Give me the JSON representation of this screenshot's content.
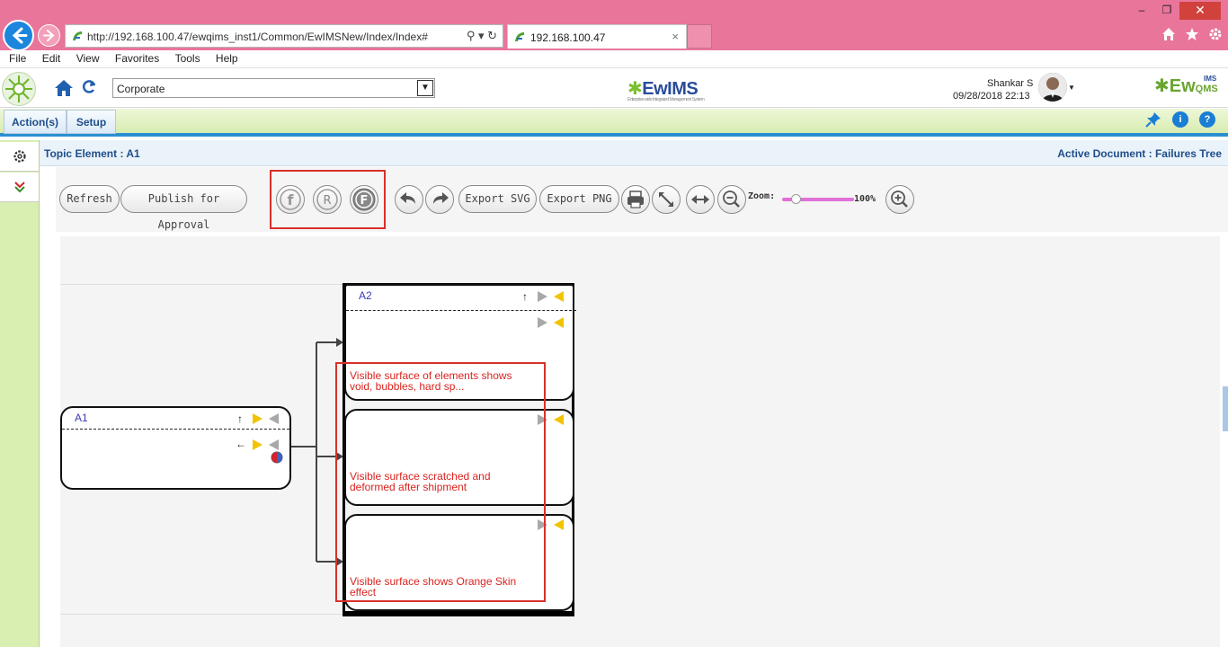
{
  "browser": {
    "url": "http://192.168.100.47/ewqims_inst1/Common/EwIMSNew/Index/Index#",
    "tab_title": "192.168.100.47",
    "tab_close": "×",
    "addr_tools": "⚲ ▾ ↻"
  },
  "menu": [
    "File",
    "Edit",
    "View",
    "Favorites",
    "Tools",
    "Help"
  ],
  "header": {
    "org_select_value": "Corporate",
    "brand_center": "EwIMS",
    "brand_center_tagline": "Enterprise-wide Integrated Management System",
    "user_name": "Shankar S",
    "user_datetime": "09/28/2018 22:13",
    "brand_right": "Ew",
    "brand_right_sup": "IMS",
    "brand_right_sub": "QMS"
  },
  "action_bar": {
    "tabs": [
      "Action(s)",
      "Setup"
    ],
    "icon_info": "i",
    "icon_help": "?"
  },
  "topic": {
    "left": "Topic Element : A1",
    "right": "Active Document : Failures Tree"
  },
  "toolbar": {
    "refresh": "Refresh",
    "publish": "Publish for Approval",
    "export_svg": "Export SVG",
    "export_png": "Export PNG",
    "zoom_label": "Zoom:",
    "zoom_value": "100%",
    "zoom_level": 0.17,
    "frf_labels": [
      "f",
      "R",
      "F"
    ]
  },
  "tree": {
    "root": {
      "code": "A1"
    },
    "column": {
      "code": "A2"
    },
    "children": [
      {
        "text_line1": "Visible surface of elements shows",
        "text_line2": "void, bubbles, hard sp..."
      },
      {
        "text_line1": "Visible surface scratched and",
        "text_line2": "deformed after shipment"
      },
      {
        "text_line1": "Visible surface shows Orange Skin",
        "text_line2": "effect"
      }
    ]
  },
  "colors": {
    "browser_chrome": "#e9759b",
    "accent_blue": "#1f4e8a",
    "highlight_red": "#d9302a",
    "node_text_red": "#d8231f",
    "sidebar_green": "#d9eeb1"
  },
  "window": {
    "min": "–",
    "restore": "❐",
    "close": "✕"
  }
}
